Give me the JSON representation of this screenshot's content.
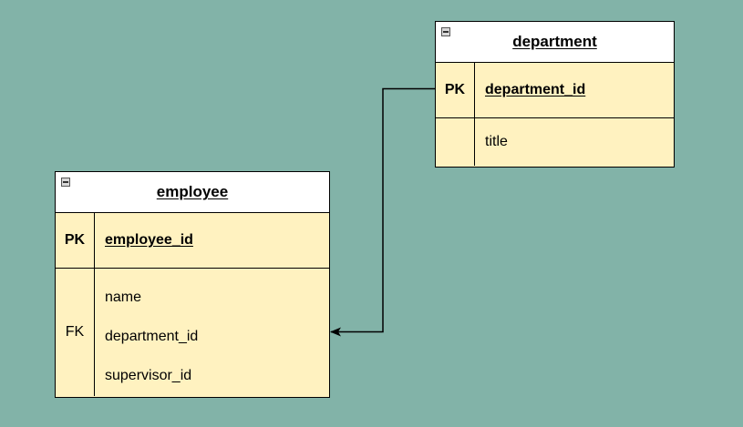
{
  "diagram": {
    "entities": [
      {
        "id": "employee",
        "title": "employee",
        "pk_label": "PK",
        "pk_field": "employee_id",
        "fk_label": "FK",
        "attributes": [
          "name",
          "department_id",
          "supervisor_id"
        ]
      },
      {
        "id": "department",
        "title": "department",
        "pk_label": "PK",
        "pk_field": "department_id",
        "attributes": [
          "title"
        ]
      }
    ],
    "relationship": {
      "from": "department.department_id",
      "to": "employee.department_id"
    },
    "colors": {
      "background": "#82b3a8",
      "header": "#ffffff",
      "body": "#fff2c0",
      "border": "#000000"
    }
  }
}
